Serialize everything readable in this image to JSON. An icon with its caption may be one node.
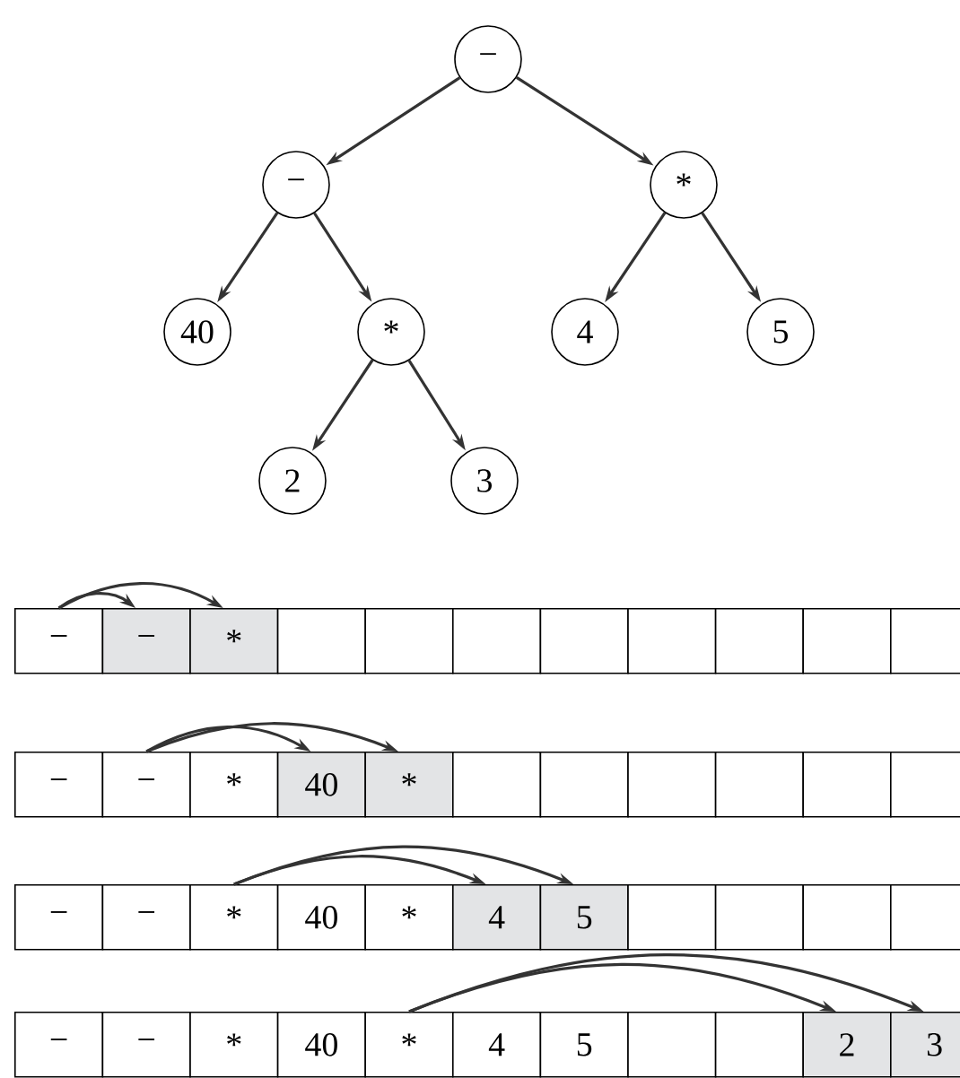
{
  "diagram": {
    "nodes": [
      {
        "text": [
          "−"
        ]
      },
      {
        "text": [
          "−"
        ]
      },
      {
        "text": [
          "*"
        ]
      },
      {
        "text": [
          "40"
        ]
      },
      {
        "text": [
          "*"
        ]
      },
      {
        "text": [
          "4"
        ]
      },
      {
        "text": [
          "5"
        ]
      },
      {
        "text": [
          "2"
        ]
      },
      {
        "text": [
          "3"
        ]
      },
      {
        "text": [
          "−"
        ]
      },
      {
        "text": [
          "−"
        ]
      },
      {
        "text": [
          "*"
        ]
      },
      {
        "text": [],
        "shape": "box"
      },
      {
        "text": [],
        "shape": "box"
      },
      {
        "text": [],
        "shape": "box"
      },
      {
        "text": [],
        "shape": "box"
      },
      {
        "text": [],
        "shape": "box"
      },
      {
        "text": [],
        "shape": "box"
      },
      {
        "text": [],
        "shape": "box"
      },
      {
        "text": [],
        "shape": "box"
      },
      {
        "text": [
          "−"
        ]
      },
      {
        "text": [
          "−"
        ]
      },
      {
        "text": [
          "*"
        ]
      },
      {
        "text": [
          "40"
        ]
      },
      {
        "text": [
          "*"
        ]
      },
      {
        "text": [],
        "shape": "box"
      },
      {
        "text": [],
        "shape": "box"
      },
      {
        "text": [],
        "shape": "box"
      },
      {
        "text": [],
        "shape": "box"
      },
      {
        "text": [],
        "shape": "box"
      },
      {
        "text": [],
        "shape": "box"
      },
      {
        "text": [
          "−"
        ]
      },
      {
        "text": [
          "−"
        ]
      },
      {
        "text": [
          "*"
        ]
      },
      {
        "text": [
          "40"
        ]
      },
      {
        "text": [
          "*"
        ]
      },
      {
        "text": [
          "4"
        ]
      },
      {
        "text": [
          "5"
        ]
      },
      {
        "text": [],
        "shape": "box"
      },
      {
        "text": [],
        "shape": "box"
      },
      {
        "text": [],
        "shape": "box"
      },
      {
        "text": [],
        "shape": "box"
      },
      {
        "text": [
          "−"
        ]
      },
      {
        "text": [
          "−"
        ]
      },
      {
        "text": [
          "*"
        ]
      },
      {
        "text": [
          "40"
        ]
      },
      {
        "text": [
          "*"
        ]
      },
      {
        "text": [
          "4"
        ]
      },
      {
        "text": [
          "5"
        ]
      },
      {
        "text": [],
        "shape": "box"
      },
      {
        "text": [],
        "shape": "box"
      },
      {
        "text": [
          "2"
        ]
      },
      {
        "text": [
          "3"
        ]
      }
    ],
    "edges": [
      {
        "from": 0,
        "to": 1,
        "arrow": "to"
      },
      {
        "from": 0,
        "to": 2,
        "arrow": "to"
      },
      {
        "from": 1,
        "to": 3,
        "arrow": "to"
      },
      {
        "from": 1,
        "to": 4,
        "arrow": "to"
      },
      {
        "from": 2,
        "to": 5,
        "arrow": "to"
      },
      {
        "from": 2,
        "to": 6,
        "arrow": "to"
      },
      {
        "from": 4,
        "to": 7,
        "arrow": "to"
      },
      {
        "from": 4,
        "to": 8,
        "arrow": "to"
      },
      {
        "from": 9,
        "to": 10,
        "arrow": "to"
      },
      {
        "from": 9,
        "to": 11,
        "arrow": "to"
      },
      {
        "from": 21,
        "to": 23,
        "arrow": "to"
      },
      {
        "from": 21,
        "to": 24,
        "arrow": "to"
      },
      {
        "from": 33,
        "to": 36,
        "arrow": "to"
      },
      {
        "from": 33,
        "to": 37,
        "arrow": "to"
      },
      {
        "from": 46,
        "to": 51,
        "arrow": "to"
      },
      {
        "from": 46,
        "to": 52,
        "arrow": "to"
      }
    ]
  }
}
